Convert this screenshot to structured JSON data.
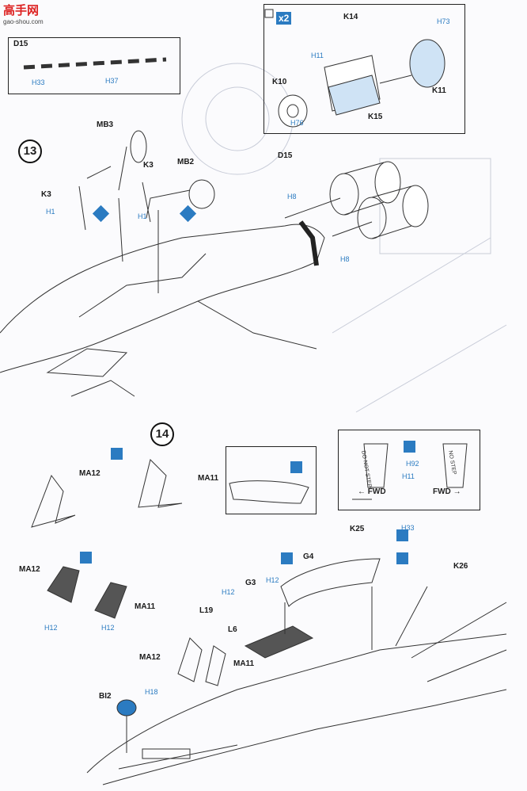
{
  "watermark": {
    "logo": "高手网",
    "url": "gao-shou.com"
  },
  "steps": {
    "s13": "13",
    "s14": "14"
  },
  "multiplier": "x2",
  "fwd": {
    "left": "FWD",
    "right": "FWD"
  },
  "parts": {
    "d15_box": "D15",
    "k14": "K14",
    "k10": "K10",
    "k11": "K11",
    "k15": "K15",
    "mb3": "MB3",
    "mb2": "MB2",
    "k3a": "K3",
    "k3b": "K3",
    "d15": "D15",
    "ma12_top": "MA12",
    "ma11_top": "MA11",
    "ma12_mid": "MA12",
    "ma11_mid": "MA11",
    "g4": "G4",
    "g3": "G3",
    "k25": "K25",
    "k26": "K26",
    "l19": "L19",
    "l6": "L6",
    "ma12_bot": "MA12",
    "ma11_bot": "MA11",
    "bi2": "BI2"
  },
  "colors": {
    "H1": "H1",
    "H8": "H8",
    "H11": "H11",
    "H12": "H12",
    "H18": "H18",
    "H33": "H33",
    "H37": "H37",
    "H73": "H73",
    "H76": "H76",
    "H92": "H92"
  },
  "color_refs": {
    "h33_d15": "H33",
    "h37_d15": "H37",
    "h73": "H73",
    "h11_k14": "H11",
    "h76": "H76",
    "h1_left": "H1",
    "h1_mid": "H1",
    "h8_d15": "H8",
    "h8_nozzle": "H8",
    "h33_k25": "H33",
    "h92": "H92",
    "h11_decal": "H11",
    "h12_ma12": "H12",
    "h12_ma11": "H12",
    "h12_g3": "H12",
    "h12_g4": "H12",
    "h18": "H18"
  },
  "decal_text": {
    "left": "DO NOT STEP",
    "right": "NO STEP"
  }
}
